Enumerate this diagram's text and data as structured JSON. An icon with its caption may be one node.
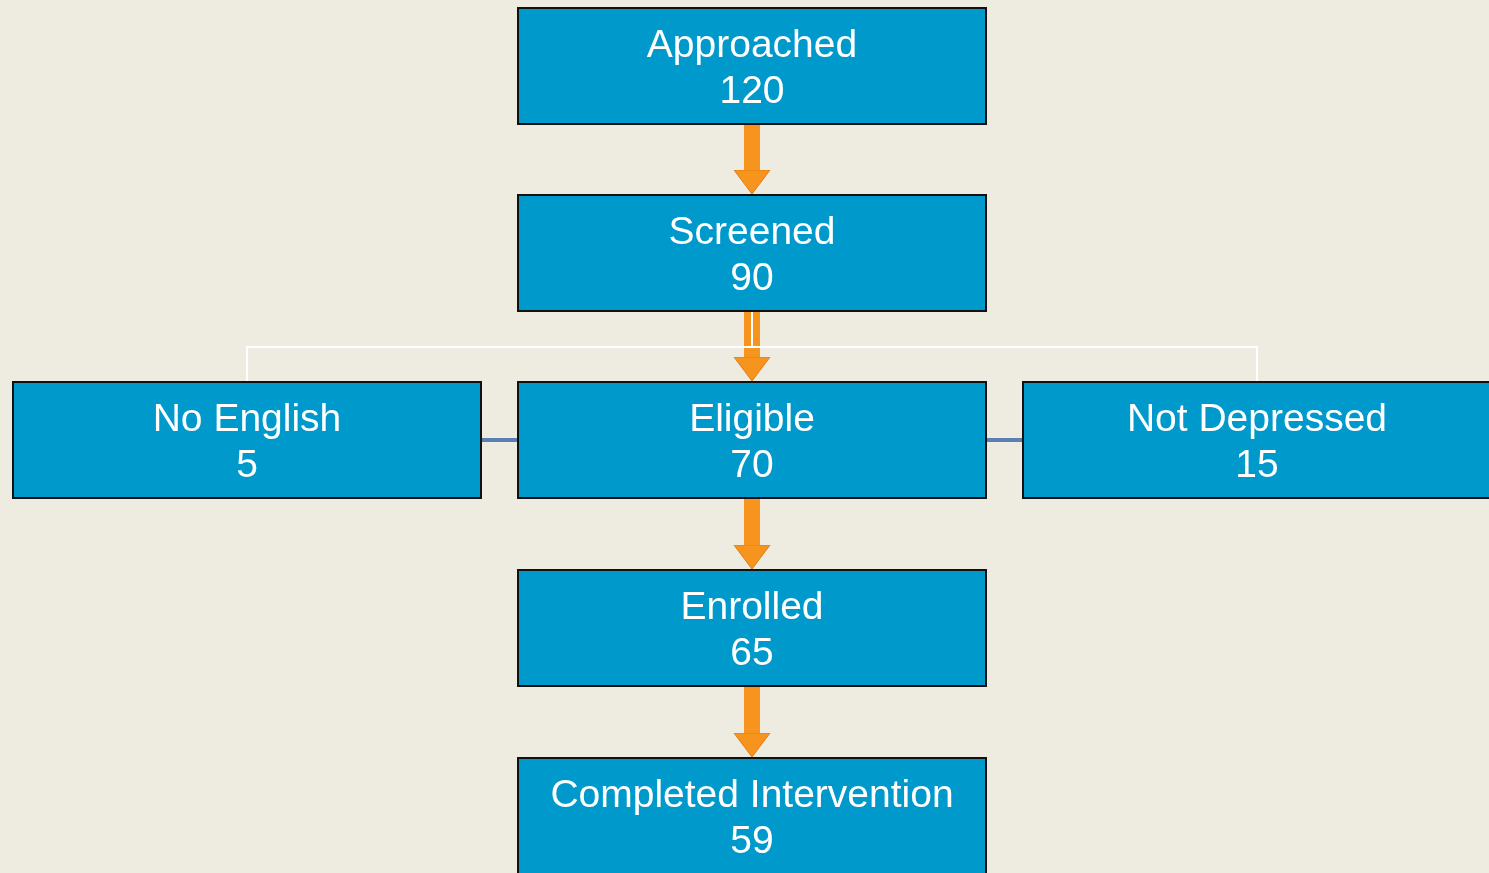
{
  "diagram": {
    "nodes": [
      {
        "text": [
          "Approached",
          "120"
        ]
      },
      {
        "text": [
          "Screened",
          "90"
        ]
      },
      {
        "text": [
          "No English",
          "5"
        ]
      },
      {
        "text": [
          "Eligible",
          "70"
        ]
      },
      {
        "text": [
          "Not Depressed",
          "15"
        ]
      },
      {
        "text": [
          "Enrolled",
          "65"
        ]
      },
      {
        "text": [
          "Completed Intervention",
          "59"
        ]
      }
    ],
    "edges": [
      {
        "from": 0,
        "to": 1,
        "arrow": "to",
        "style": "thick"
      },
      {
        "from": 1,
        "to": 3,
        "arrow": "to",
        "style": "thick"
      },
      {
        "from": 1,
        "to": 2,
        "arrow": "none",
        "color": "#ffffff"
      },
      {
        "from": 1,
        "to": 4,
        "arrow": "none",
        "color": "#ffffff"
      },
      {
        "from": 2,
        "to": 3,
        "arrow": "none",
        "color": "#5a7fb5"
      },
      {
        "from": 3,
        "to": 4,
        "arrow": "none",
        "color": "#5a7fb5"
      },
      {
        "from": 3,
        "to": 5,
        "arrow": "to",
        "style": "thick"
      },
      {
        "from": 5,
        "to": 6,
        "arrow": "to",
        "style": "thick"
      }
    ]
  }
}
